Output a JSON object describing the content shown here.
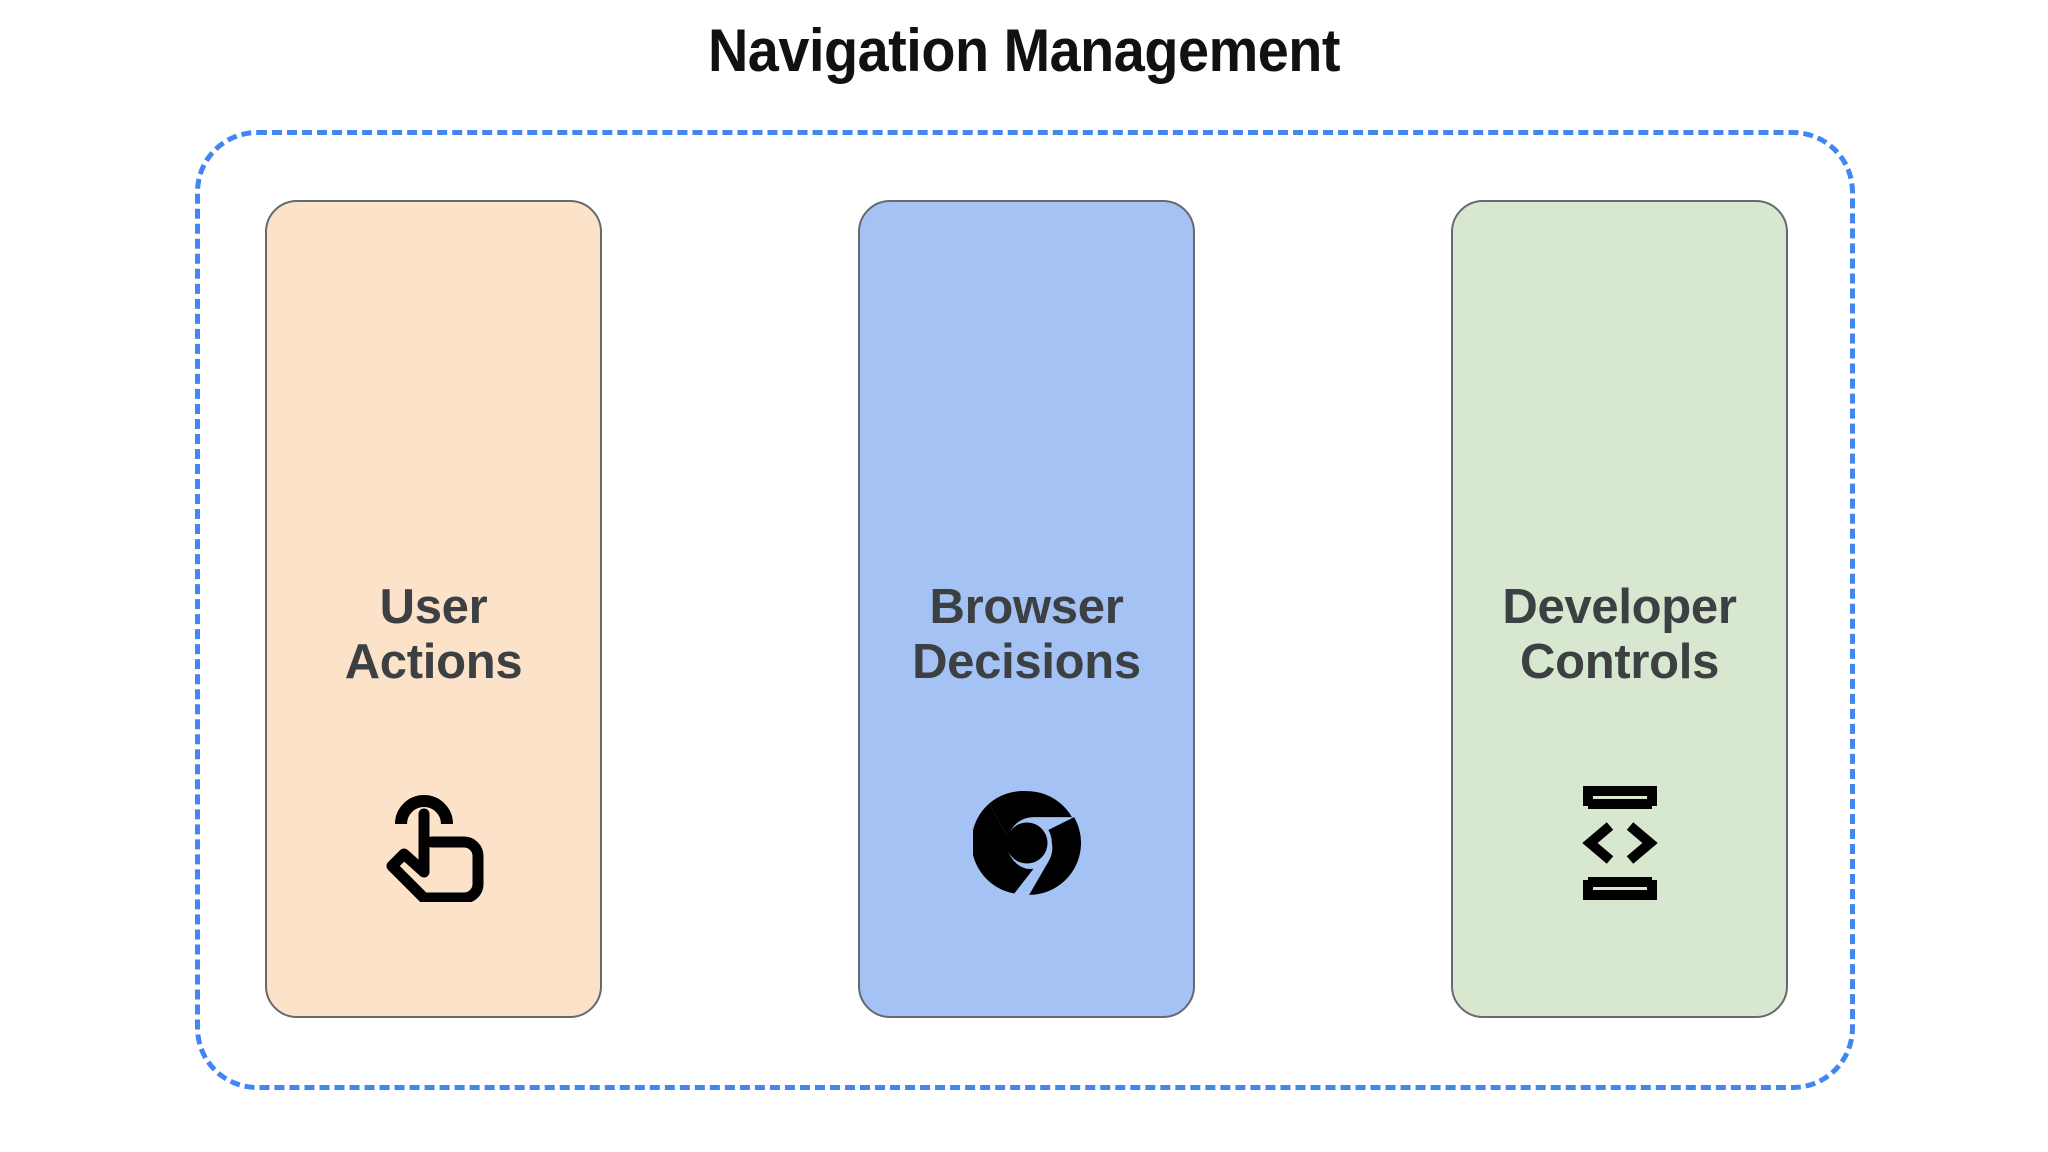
{
  "title": "Navigation Management",
  "container": {
    "name": "navigation-management-group",
    "border_color": "#4285F4",
    "border_style": "dashed"
  },
  "theme": {
    "title_color": "#111111",
    "card_text_color": "#3C4043",
    "card_border_color": "#66696D",
    "accent_blue": "#4285F4",
    "background": "#FFFFFF"
  },
  "cards": [
    {
      "id": "user-actions",
      "line1": "User",
      "line2": "Actions",
      "icon": "touch-app-icon",
      "fill": "#FBE2C9"
    },
    {
      "id": "browser-decisions",
      "line1": "Browser",
      "line2": "Decisions",
      "icon": "chrome-logo-icon",
      "fill": "#A4C2F4"
    },
    {
      "id": "developer-controls",
      "line1": "Developer",
      "line2": "Controls",
      "icon": "developer-mode-icon",
      "fill": "#D8E8D0"
    }
  ]
}
